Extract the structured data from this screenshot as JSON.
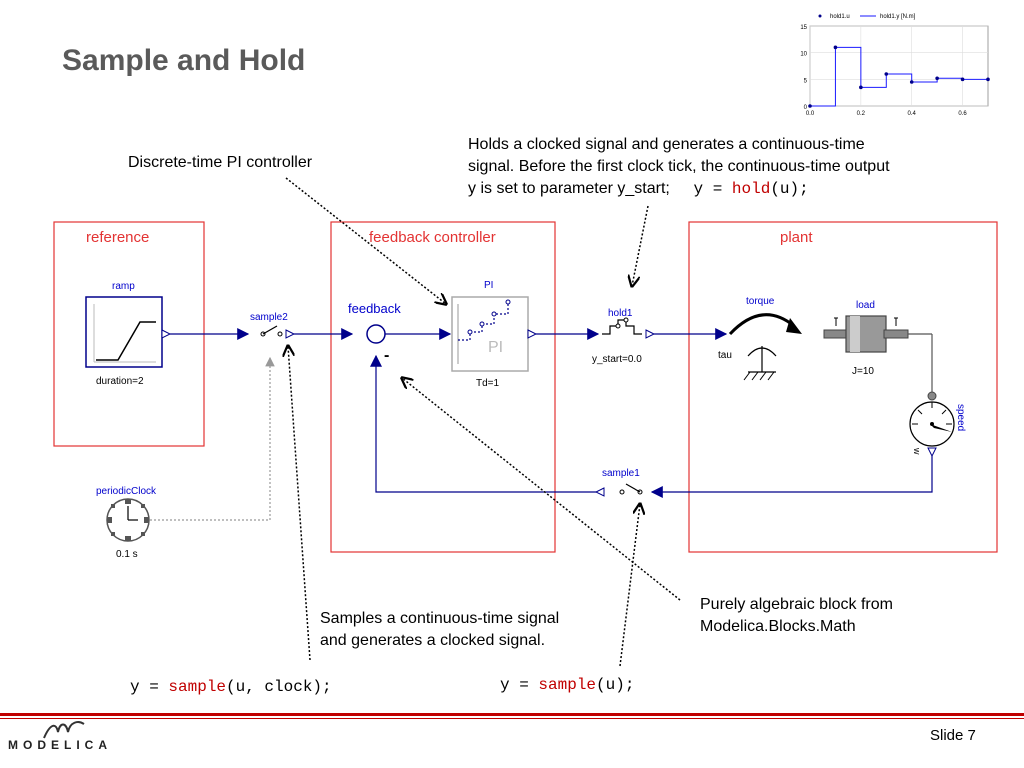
{
  "title": "Sample and Hold",
  "annotations": {
    "pi_controller": "Discrete-time PI controller",
    "hold_line1": "Holds a clocked signal and generates a continuous-time",
    "hold_line2": "signal. Before the first clock tick, the continuous-time output",
    "hold_line3": "y is set to parameter y_start;",
    "samples_line1": "Samples a continuous-time signal",
    "samples_line2": "and generates a clocked signal.",
    "algebraic_line1": "Purely algebraic block from",
    "algebraic_line2": "Modelica.Blocks.Math"
  },
  "code": {
    "hold": {
      "pre": "y = ",
      "fn": "hold",
      "post": "(u);"
    },
    "sample_clock": {
      "pre": "y = ",
      "fn": "sample",
      "post": "(u, clock);"
    },
    "sample_u": {
      "pre": "y = ",
      "fn": "sample",
      "post": "(u);"
    }
  },
  "groups": {
    "reference": "reference",
    "feedback_controller": "feedback controller",
    "plant": "plant"
  },
  "blocks": {
    "ramp": {
      "name": "ramp",
      "param": "duration=2"
    },
    "sample2": {
      "name": "sample2"
    },
    "feedback": {
      "name": "feedback",
      "minus": "-"
    },
    "pi": {
      "name": "PI",
      "inner": "PI",
      "param": "Td=1"
    },
    "hold1": {
      "name": "hold1",
      "param": "y_start=0.0"
    },
    "torque": {
      "name": "torque",
      "port": "tau"
    },
    "load": {
      "name": "load",
      "param": "J=10"
    },
    "speed": {
      "name": "speed",
      "port": "w"
    },
    "sample1": {
      "name": "sample1"
    },
    "periodicClock": {
      "name": "periodicClock",
      "param": "0.1 s"
    }
  },
  "chart_data": {
    "type": "line",
    "series": [
      {
        "name": "hold1.u",
        "x": [
          0.0,
          0.1,
          0.2,
          0.3,
          0.4,
          0.5,
          0.6,
          0.7
        ],
        "values": [
          0,
          11,
          3.5,
          6,
          4.5,
          5.2,
          5,
          5
        ]
      },
      {
        "name": "hold1.y [N.m]",
        "x": [
          0.0,
          0.1,
          0.2,
          0.3,
          0.4,
          0.5,
          0.6,
          0.7
        ],
        "values": [
          0,
          11,
          3.5,
          6,
          4.5,
          5.2,
          5,
          5
        ]
      }
    ],
    "xticks": [
      "0.0",
      "0.2",
      "0.4",
      "0.6"
    ],
    "yticks": [
      "0",
      "5",
      "10",
      "15"
    ],
    "xlim": [
      0,
      0.7
    ],
    "ylim": [
      0,
      15
    ],
    "legend": "top",
    "grid": true
  },
  "footer": {
    "slide": "Slide 7",
    "logo": "MODELICA"
  },
  "colors": {
    "accent": "#c00000",
    "line": "#00008b",
    "group": "#e33333"
  }
}
